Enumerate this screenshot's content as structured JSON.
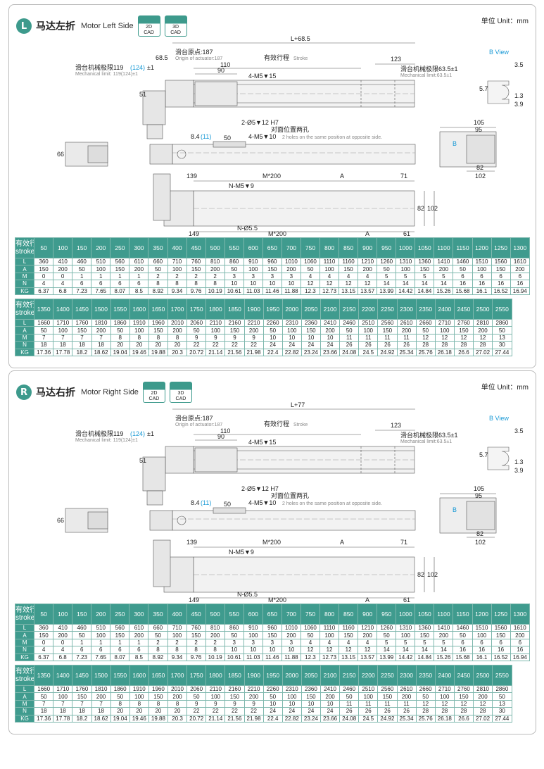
{
  "panels": [
    {
      "badge": "L",
      "title_cn": "马达左折",
      "title_en": "Motor Left Side",
      "cad2d": [
        "2D",
        "CAD"
      ],
      "cad3d": [
        "3D",
        "CAD"
      ],
      "unit": "单位 Unit：mm",
      "mech_limit_cn": "滑台机械极限119",
      "mech_limit_blue": "(124)",
      "mech_limit_tol": "±1",
      "mech_limit_en": "Mechanical limit: 119(124)±1",
      "total_len": "L+68.5",
      "offset": "68.5"
    },
    {
      "badge": "R",
      "title_cn": "马达右折",
      "title_en": "Motor Right Side",
      "cad2d": [
        "2D",
        "CAD"
      ],
      "cad3d": [
        "3D",
        "CAD"
      ],
      "unit": "单位 Unit：mm",
      "mech_limit_cn": "滑台机械极限119",
      "mech_limit_blue": "(124)",
      "mech_limit_tol": "±1",
      "mech_limit_en": "Mechanical limit: 119(124)±1",
      "total_len": "L+77",
      "offset": ""
    }
  ],
  "drawing": {
    "origin_cn": "滑台原点:187",
    "origin_en": "Origin of actuator:187",
    "stroke_cn": "有效行程",
    "stroke_en": "Stroke",
    "d110": "110",
    "d90": "90",
    "d123": "123",
    "m5_15": "4-M5▼15",
    "pin": "2-Ø5▼12 H7",
    "mech_r_cn": "滑台机械极限63.5±1",
    "mech_r_en": "Mechanical limit:63.5±1",
    "d51": "51",
    "d84": "8.4",
    "d84b": "(11)",
    "d50": "50",
    "m5_10": "4-M5▼10",
    "holes_cn": "对面位置两孔",
    "holes_en": "2 holes on the same position at opposite side.",
    "d66": "66",
    "d139": "139",
    "m200": "M*200",
    "dA": "A",
    "d71": "71",
    "nm5": "N-M5▼9",
    "nd55": "N-Ø5.5",
    "d149": "149",
    "d61": "61",
    "d82": "82",
    "d102": "102",
    "bview": "B View",
    "d35": "3.5",
    "d57": "5.7",
    "d13": "1.3",
    "d39": "3.9",
    "d105": "105",
    "d95": "95",
    "bmark": "B"
  },
  "table": {
    "head_cn": "有效行程",
    "head_en": "stroke",
    "row_labels": [
      "L",
      "A",
      "M",
      "N",
      "KG"
    ],
    "block1": {
      "strokes": [
        "50",
        "100",
        "150",
        "200",
        "250",
        "300",
        "350",
        "400",
        "450",
        "500",
        "550",
        "600",
        "650",
        "700",
        "750",
        "800",
        "850",
        "900",
        "950",
        "1000",
        "1050",
        "1100",
        "1150",
        "1200",
        "1250",
        "1300"
      ],
      "L": [
        "360",
        "410",
        "460",
        "510",
        "560",
        "610",
        "660",
        "710",
        "760",
        "810",
        "860",
        "910",
        "960",
        "1010",
        "1060",
        "1110",
        "1160",
        "1210",
        "1260",
        "1310",
        "1360",
        "1410",
        "1460",
        "1510",
        "1560",
        "1610"
      ],
      "A": [
        "150",
        "200",
        "50",
        "100",
        "150",
        "200",
        "50",
        "100",
        "150",
        "200",
        "50",
        "100",
        "150",
        "200",
        "50",
        "100",
        "150",
        "200",
        "50",
        "100",
        "150",
        "200",
        "50",
        "100",
        "150",
        "200"
      ],
      "M": [
        "0",
        "0",
        "1",
        "1",
        "1",
        "1",
        "2",
        "2",
        "2",
        "2",
        "3",
        "3",
        "3",
        "3",
        "4",
        "4",
        "4",
        "4",
        "5",
        "5",
        "5",
        "5",
        "6",
        "6",
        "6",
        "6"
      ],
      "N": [
        "4",
        "4",
        "6",
        "6",
        "6",
        "6",
        "8",
        "8",
        "8",
        "8",
        "10",
        "10",
        "10",
        "10",
        "12",
        "12",
        "12",
        "12",
        "14",
        "14",
        "14",
        "14",
        "16",
        "16",
        "16",
        "16"
      ],
      "KG": [
        "6.37",
        "6.8",
        "7.23",
        "7.65",
        "8.07",
        "8.5",
        "8.92",
        "9.34",
        "9.76",
        "10.19",
        "10.61",
        "11.03",
        "11.46",
        "11.88",
        "12.3",
        "12.73",
        "13.15",
        "13.57",
        "13.99",
        "14.42",
        "14.84",
        "15.26",
        "15.68",
        "16.1",
        "16.52",
        "16.94"
      ]
    },
    "block2": {
      "strokes": [
        "1350",
        "1400",
        "1450",
        "1500",
        "1550",
        "1600",
        "1650",
        "1700",
        "1750",
        "1800",
        "1850",
        "1900",
        "1950",
        "2000",
        "2050",
        "2100",
        "2150",
        "2200",
        "2250",
        "2300",
        "2350",
        "2400",
        "2450",
        "2500",
        "2550"
      ],
      "L": [
        "1660",
        "1710",
        "1760",
        "1810",
        "1860",
        "1910",
        "1960",
        "2010",
        "2060",
        "2110",
        "2160",
        "2210",
        "2260",
        "2310",
        "2360",
        "2410",
        "2460",
        "2510",
        "2560",
        "2610",
        "2660",
        "2710",
        "2760",
        "2810",
        "2860"
      ],
      "A": [
        "50",
        "100",
        "150",
        "200",
        "50",
        "100",
        "150",
        "200",
        "50",
        "100",
        "150",
        "200",
        "50",
        "100",
        "150",
        "200",
        "50",
        "100",
        "150",
        "200",
        "50",
        "100",
        "150",
        "200",
        "50"
      ],
      "M": [
        "7",
        "7",
        "7",
        "7",
        "8",
        "8",
        "8",
        "8",
        "9",
        "9",
        "9",
        "9",
        "10",
        "10",
        "10",
        "10",
        "11",
        "11",
        "11",
        "11",
        "12",
        "12",
        "12",
        "12",
        "13"
      ],
      "N": [
        "18",
        "18",
        "18",
        "18",
        "20",
        "20",
        "20",
        "20",
        "22",
        "22",
        "22",
        "22",
        "24",
        "24",
        "24",
        "24",
        "26",
        "26",
        "26",
        "26",
        "28",
        "28",
        "28",
        "28",
        "30"
      ],
      "KG": [
        "17.36",
        "17.78",
        "18.2",
        "18.62",
        "19.04",
        "19.46",
        "19.88",
        "20.3",
        "20.72",
        "21.14",
        "21.56",
        "21.98",
        "22.4",
        "22.82",
        "23.24",
        "23.66",
        "24.08",
        "24.5",
        "24.92",
        "25.34",
        "25.76",
        "26.18",
        "26.6",
        "27.02",
        "27.44"
      ]
    }
  },
  "colors": {
    "teal": "#3f9b8e",
    "blue": "#1a9ad6"
  }
}
